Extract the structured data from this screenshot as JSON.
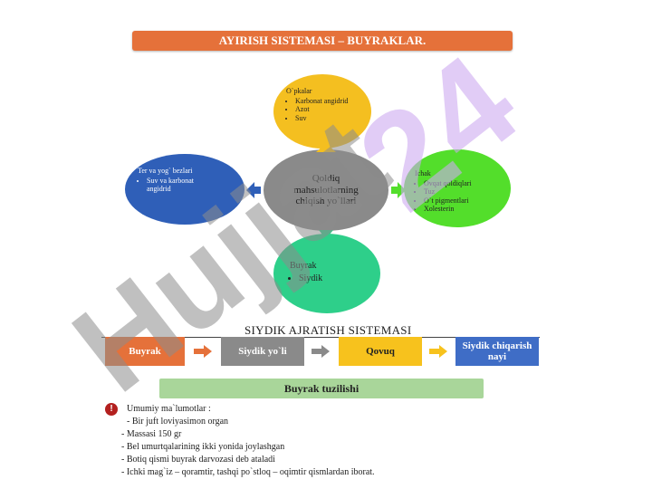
{
  "title": "AYIRISH SISTEMASI – BUYRAKLAR.",
  "center_node": "Qoldiq mahsulotlarning chiqish yo`llari",
  "top_node": {
    "heading": "O`pkalar",
    "items": [
      "Karbonat angidrid",
      "Azot",
      "Suv"
    ]
  },
  "left_node": {
    "heading": "Ter va yog` bezlari",
    "items": [
      "Suv va karbonat angidrid"
    ]
  },
  "right_node": {
    "heading": "Ichak",
    "items": [
      "Ovqat qoldiqlari",
      "Tuz",
      "O`t pigmentlari",
      "Xolesterin"
    ]
  },
  "bottom_node": {
    "heading": "Buyrak",
    "items": [
      "Siydik"
    ]
  },
  "section_title": "SIYDIK AJRATISH SISTEMASI",
  "flow": [
    "Buyrak",
    "Siydik yo`li",
    "Qovuq",
    "Siydik chiqarish nayi"
  ],
  "structure_title": "Buyrak tuzilishi",
  "info": {
    "heading": "Umumiy ma`lumotlar :",
    "lines": [
      "- Bir juft loviyasimon organ",
      "-    Massasi 150 gr",
      "-    Bel umurtqalarining ikki yonida joylashgan",
      "-    Botiq qismi buyrak darvozasi deb ataladi",
      "-    Ichki mag`iz – qoramtir, tashqi po`stloq – oqimtir qismlardan iborat."
    ]
  },
  "watermark_main": "Hujjat",
  "watermark_secondary": "24",
  "colors": {
    "title": "#e5713a",
    "center": "#8a8a8a",
    "top": "#f4bf20",
    "left": "#2f5fb8",
    "right": "#53de2b",
    "bottom": "#2ecf8a",
    "flow_kidney": "#e5713a",
    "flow_ureter": "#8a8a8a",
    "flow_bladder": "#f7c21d",
    "flow_urethra": "#3f6dc6",
    "structure_bar": "#a9d69a"
  }
}
